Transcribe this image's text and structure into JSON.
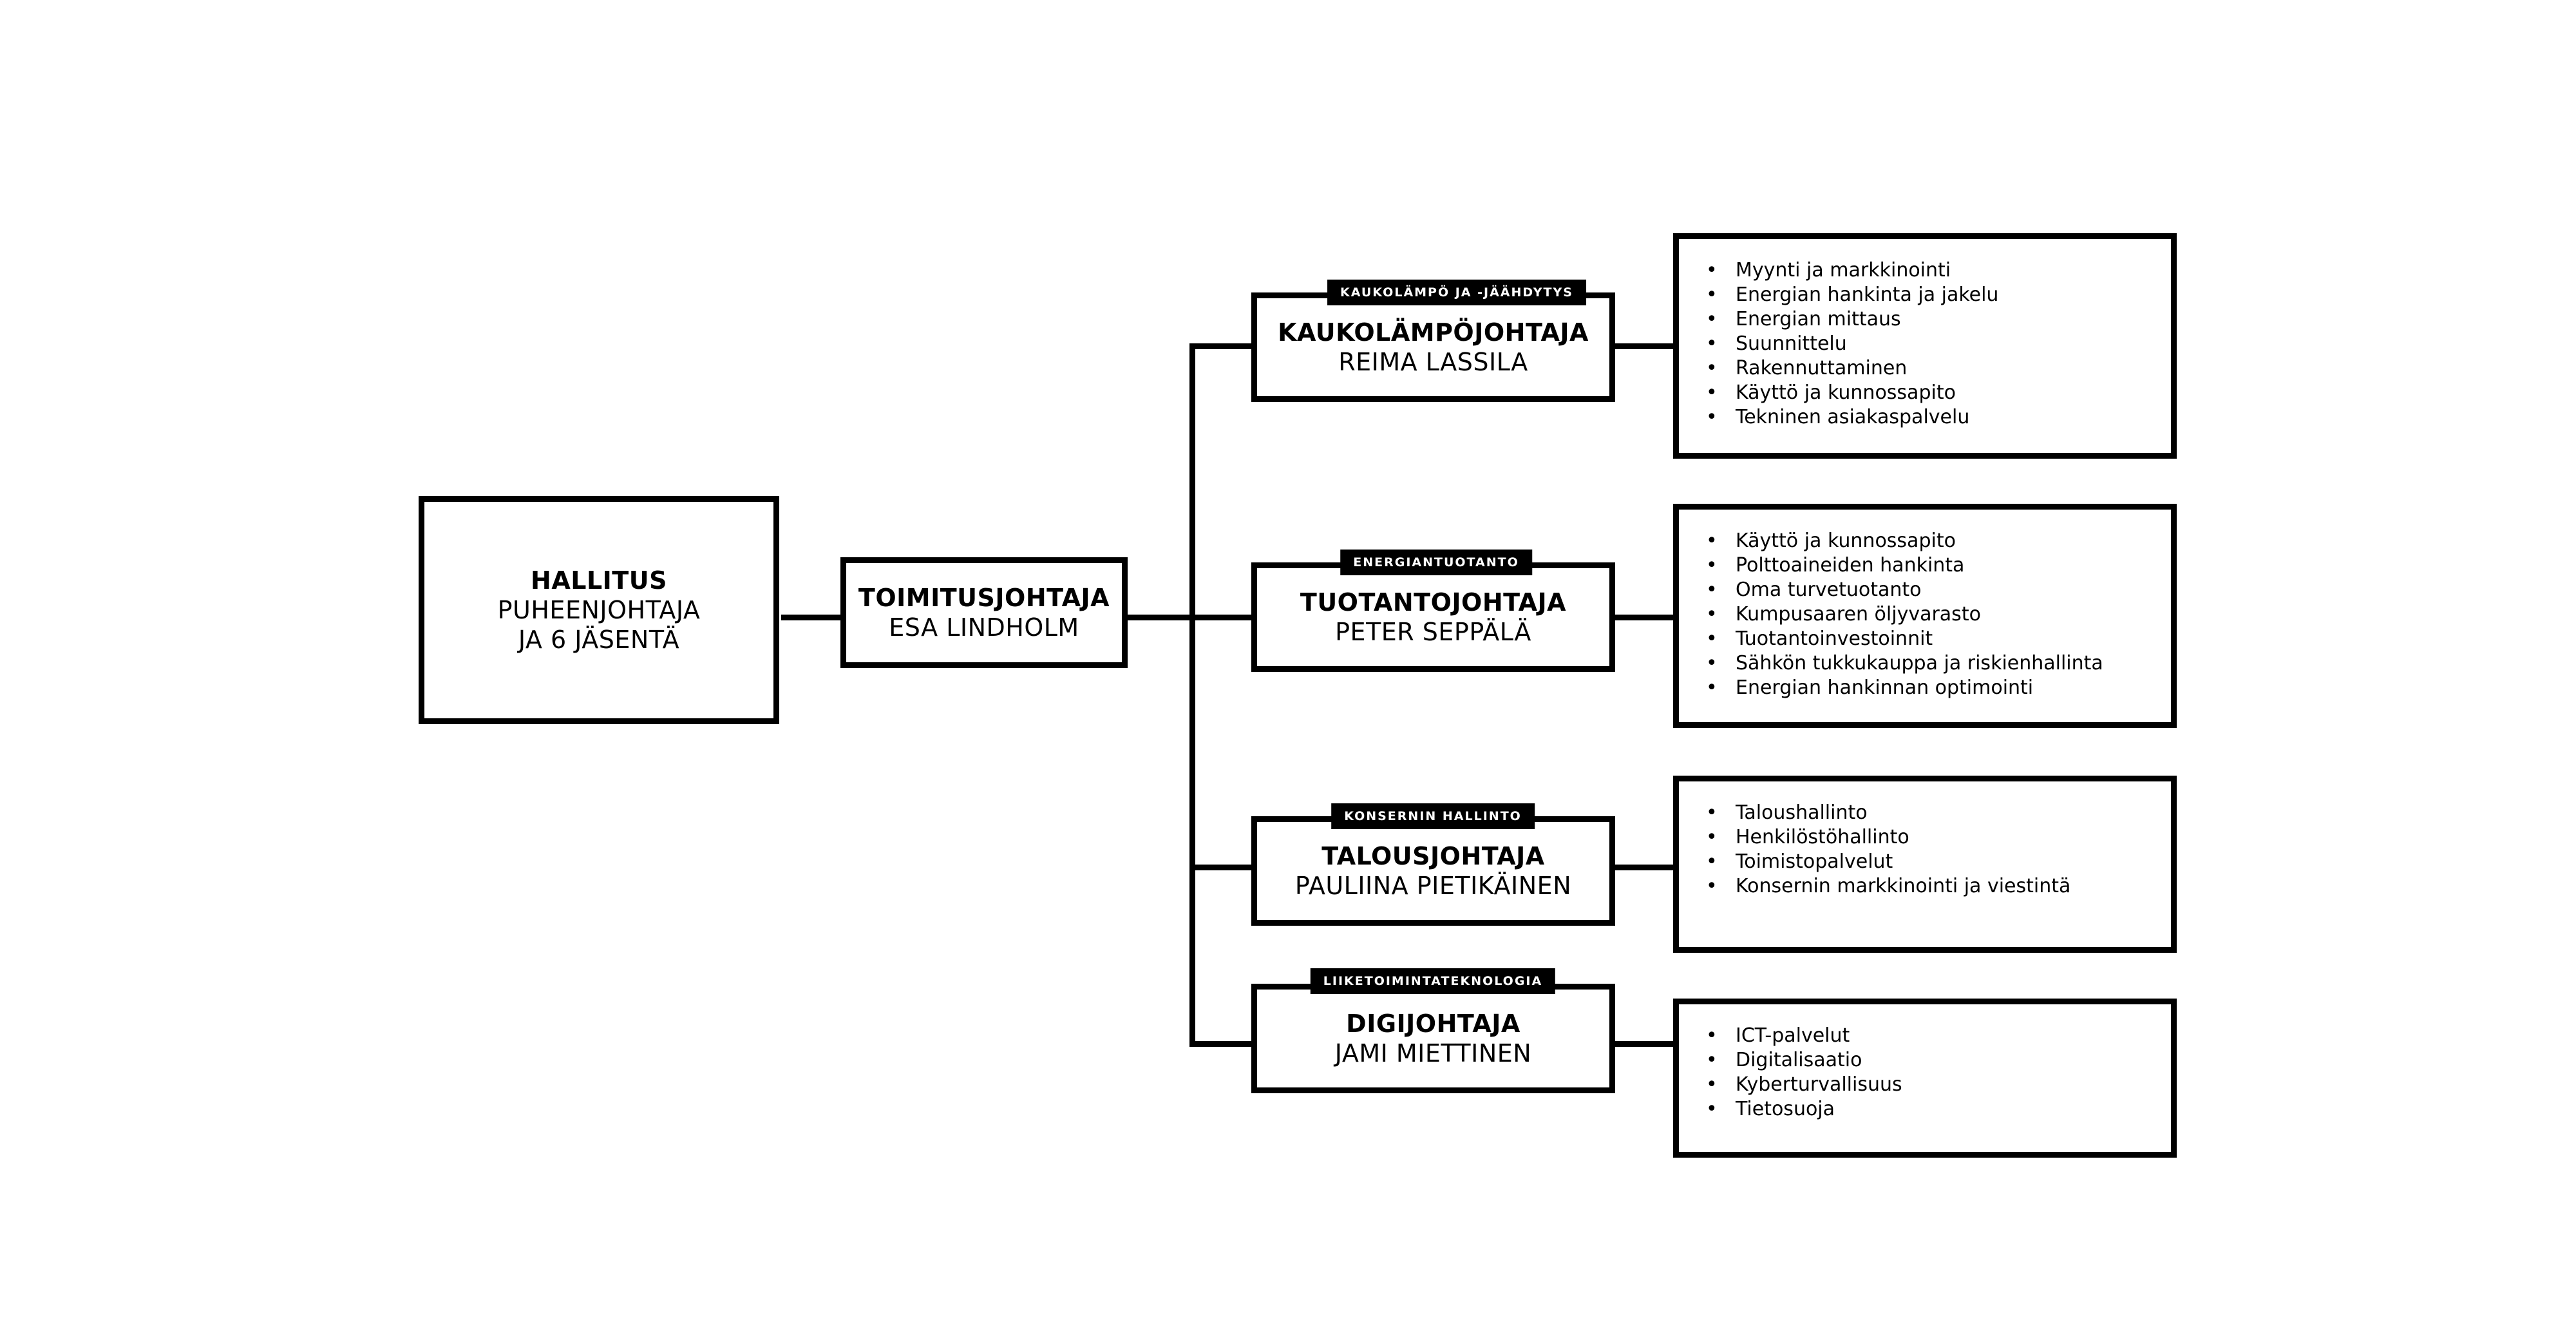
{
  "board": {
    "title": "HALLITUS",
    "line1": "PUHEENJOHTAJA",
    "line2": "JA 6 JÄSENTÄ"
  },
  "ceo": {
    "title": "TOIMITUSJOHTAJA",
    "name": "ESA LINDHOLM"
  },
  "units": [
    {
      "tag": "KAUKOLÄMPÖ JA -JÄÄHDYTYS",
      "title": "KAUKOLÄMPÖJOHTAJA",
      "name": "REIMA LASSILA",
      "items": [
        "Myynti ja markkinointi",
        "Energian hankinta ja jakelu",
        "Energian mittaus",
        "Suunnittelu",
        "Rakennuttaminen",
        "Käyttö ja kunnossapito",
        "Tekninen asiakaspalvelu"
      ]
    },
    {
      "tag": "ENERGIANTUOTANTO",
      "title": "TUOTANTOJOHTAJA",
      "name": "PETER SEPPÄLÄ",
      "items": [
        "Käyttö ja kunnossapito",
        "Polttoaineiden hankinta",
        "Oma turvetuotanto",
        "Kumpusaaren öljyvarasto",
        "Tuotantoinvestoinnit",
        "Sähkön tukkukauppa ja riskienhallinta",
        "Energian hankinnan optimointi"
      ]
    },
    {
      "tag": "KONSERNIN HALLINTO",
      "title": "TALOUSJOHTAJA",
      "name": "PAULIINA PIETIKÄINEN",
      "items": [
        "Taloushallinto",
        "Henkilöstöhallinto",
        "Toimistopalvelut",
        "Konsernin markkinointi ja viestintä"
      ]
    },
    {
      "tag": "LIIKETOIMINTATEKNOLOGIA",
      "title": "DIGIJOHTAJA",
      "name": "JAMI MIETTINEN",
      "items": [
        "ICT-palvelut",
        "Digitalisaatio",
        "Kyberturvallisuus",
        "Tietosuoja"
      ]
    }
  ]
}
